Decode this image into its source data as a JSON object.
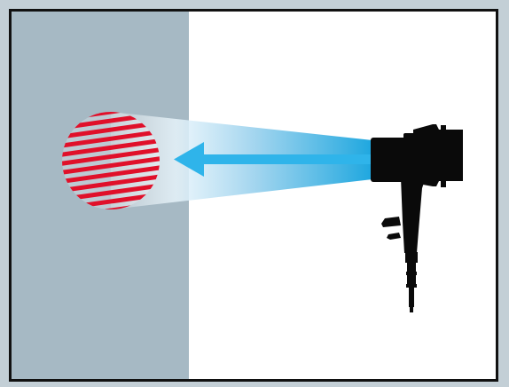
{
  "scene": {
    "colors": {
      "outer_background": "#c3cfd6",
      "frame": "#111111",
      "wall": "#a6b9c4",
      "open_space": "#ffffff",
      "beam": "#1ea7df",
      "arrow": "#2fb4ea",
      "target_stripes": "#e0102a",
      "tool": "#0a0a0a"
    },
    "elements": {
      "wall": "wall-panel",
      "target": "striped-target-spot",
      "beam": "spray-beam",
      "arrow": "direction-arrow",
      "tool": "spray-gun-icon"
    }
  }
}
